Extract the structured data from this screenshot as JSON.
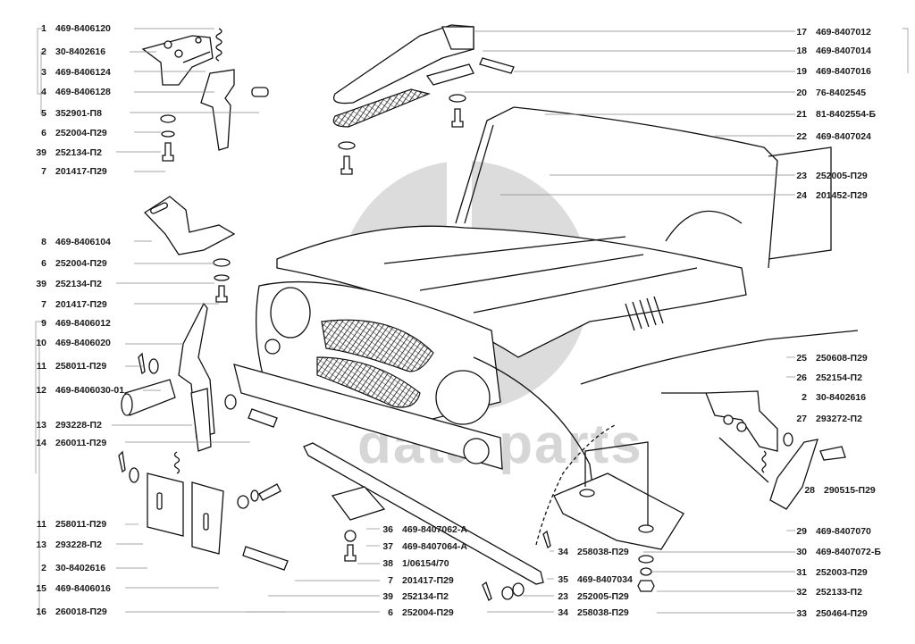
{
  "watermark": {
    "logo": "dp",
    "text": "data-parts",
    "color": "#d9d9d9"
  },
  "diagram": {
    "subject": "UAZ-469 hood, hood latches, spare-wheel holder and mountings (exploded view)",
    "left_labels": [
      {
        "num": "1",
        "part": "469-8406120"
      },
      {
        "num": "2",
        "part": "30-8402616"
      },
      {
        "num": "3",
        "part": "469-8406124"
      },
      {
        "num": "4",
        "part": "469-8406128"
      },
      {
        "num": "5",
        "part": "352901-П8"
      },
      {
        "num": "6",
        "part": "252004-П29"
      },
      {
        "num": "39",
        "part": "252134-П2"
      },
      {
        "num": "7",
        "part": "201417-П29"
      },
      {
        "num": "8",
        "part": "469-8406104"
      },
      {
        "num": "6",
        "part": "252004-П29"
      },
      {
        "num": "39",
        "part": "252134-П2"
      },
      {
        "num": "7",
        "part": "201417-П29"
      },
      {
        "num": "9",
        "part": "469-8406012"
      },
      {
        "num": "10",
        "part": "469-8406020"
      },
      {
        "num": "11",
        "part": "258011-П29"
      },
      {
        "num": "12",
        "part": "469-8406030-01"
      },
      {
        "num": "13",
        "part": "293228-П2"
      },
      {
        "num": "14",
        "part": "260011-П29"
      },
      {
        "num": "11",
        "part": "258011-П29"
      },
      {
        "num": "13",
        "part": "293228-П2"
      },
      {
        "num": "2",
        "part": "30-8402616"
      },
      {
        "num": "15",
        "part": "469-8406016"
      },
      {
        "num": "16",
        "part": "260018-П29"
      }
    ],
    "right_labels": [
      {
        "num": "17",
        "part": "469-8407012"
      },
      {
        "num": "18",
        "part": "469-8407014"
      },
      {
        "num": "19",
        "part": "469-8407016"
      },
      {
        "num": "20",
        "part": "76-8402545"
      },
      {
        "num": "21",
        "part": "81-8402554-Б"
      },
      {
        "num": "22",
        "part": "469-8407024"
      },
      {
        "num": "23",
        "part": "252005-П29"
      },
      {
        "num": "24",
        "part": "201452-П29"
      },
      {
        "num": "25",
        "part": "250608-П29"
      },
      {
        "num": "26",
        "part": "252154-П2"
      },
      {
        "num": "2",
        "part": "30-8402616"
      },
      {
        "num": "27",
        "part": "293272-П2"
      },
      {
        "num": "28",
        "part": "290515-П29"
      },
      {
        "num": "29",
        "part": "469-8407070"
      },
      {
        "num": "30",
        "part": "469-8407072-Б"
      },
      {
        "num": "31",
        "part": "252003-П29"
      },
      {
        "num": "32",
        "part": "252133-П2"
      },
      {
        "num": "33",
        "part": "250464-П29"
      }
    ],
    "bottom_labels": [
      {
        "num": "36",
        "part": "469-8407062-А"
      },
      {
        "num": "37",
        "part": "469-8407064-А"
      },
      {
        "num": "38",
        "part": "1/06154/70"
      },
      {
        "num": "7",
        "part": "201417-П29"
      },
      {
        "num": "39",
        "part": "252134-П2"
      },
      {
        "num": "6",
        "part": "252004-П29"
      },
      {
        "num": "34",
        "part": "258038-П29"
      },
      {
        "num": "35",
        "part": "469-8407034"
      },
      {
        "num": "23",
        "part": "252005-П29"
      },
      {
        "num": "34",
        "part": "258038-П29"
      }
    ]
  }
}
